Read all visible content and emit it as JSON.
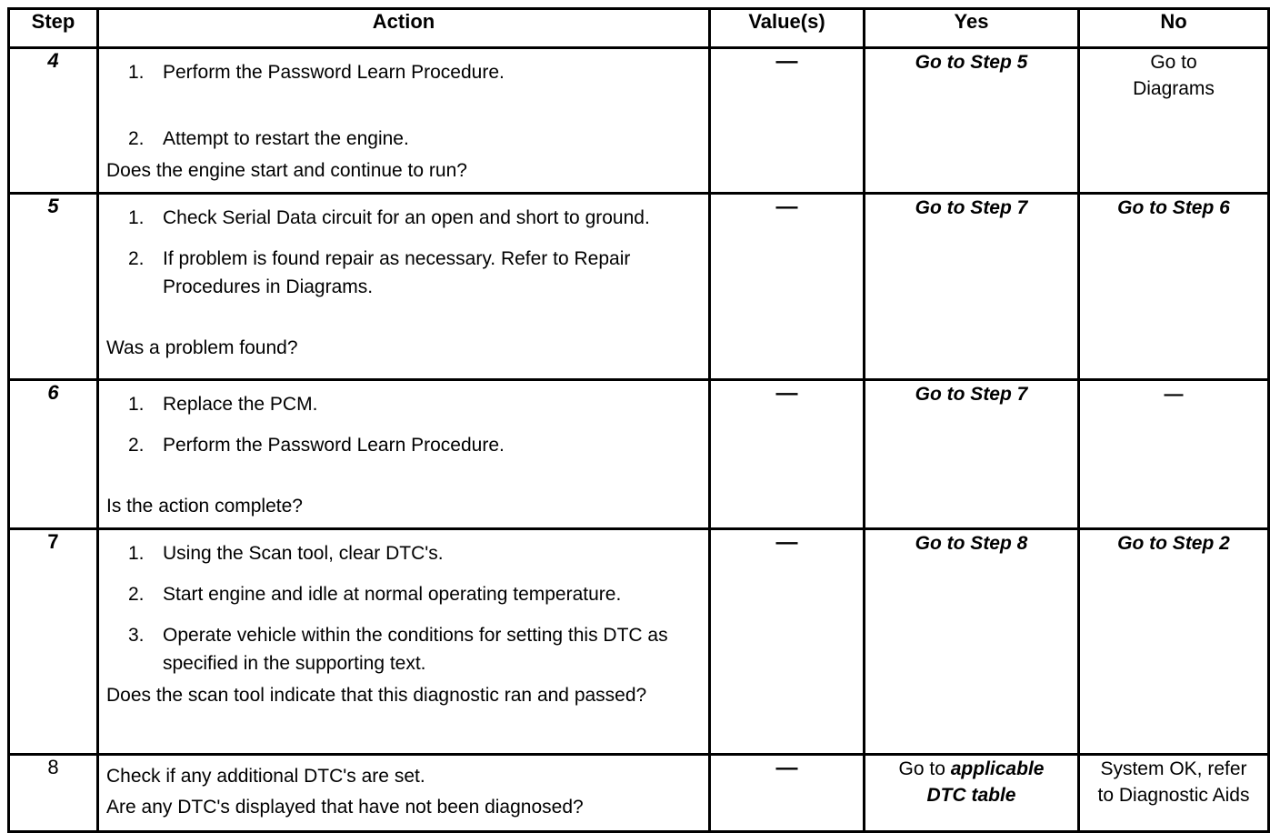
{
  "table": {
    "headers": {
      "step": "Step",
      "action": "Action",
      "value": "Value(s)",
      "yes": "Yes",
      "no": "No"
    },
    "dash": "—",
    "rows": [
      {
        "step": "4",
        "items": [
          {
            "marker": "1.",
            "text": "Perform the Password Learn Procedure."
          },
          {
            "marker": "2.",
            "text": "Attempt to restart the engine."
          }
        ],
        "question": "Does the engine start and continue to run?",
        "value": "—",
        "yes": "Go to Step 5",
        "no_line1": "Go to",
        "no_line2": "Diagrams"
      },
      {
        "step": "5",
        "items": [
          {
            "marker": "1.",
            "text": "Check Serial Data circuit for an open and short to ground."
          },
          {
            "marker": "2.",
            "text": "If problem is found repair as necessary. Refer to Repair Procedures in Diagrams."
          }
        ],
        "question": "Was a problem found?",
        "value": "—",
        "yes": "Go to Step 7",
        "no": "Go to Step 6"
      },
      {
        "step": "6",
        "items": [
          {
            "marker": "1.",
            "text": "Replace the PCM."
          },
          {
            "marker": "2.",
            "text": "Perform the Password Learn Procedure."
          }
        ],
        "question": "Is the action complete?",
        "value": "—",
        "yes": "Go to Step 7",
        "no": "—"
      },
      {
        "step": "7",
        "items": [
          {
            "marker": "1.",
            "text": "Using the Scan tool, clear DTC's."
          },
          {
            "marker": "2.",
            "text": "Start engine and idle at normal operating temperature."
          },
          {
            "marker": "3.",
            "text": "Operate vehicle within the conditions for setting this DTC as specified in the supporting text."
          }
        ],
        "question": "Does the scan tool indicate that this diagnostic ran and passed?",
        "value": "—",
        "yes": "Go to Step 8",
        "no": "Go to Step 2"
      },
      {
        "step": "8",
        "line1": "Check if any additional DTC's are set.",
        "line2": "Are any DTC's displayed that have not been diagnosed?",
        "value": "—",
        "yes_prefix": "Go to ",
        "yes_italic_line1": "applicable",
        "yes_italic_line2": "DTC table",
        "no_line1": "System OK, refer",
        "no_line2": "to Diagnostic Aids"
      }
    ]
  }
}
